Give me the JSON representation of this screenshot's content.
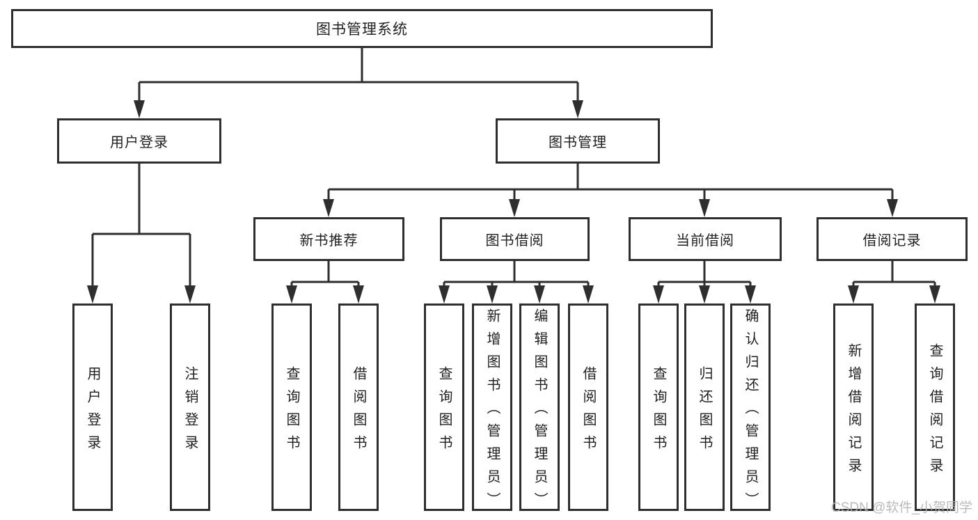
{
  "diagram": {
    "title": "图书管理系统",
    "level2": {
      "user_login": "用户登录",
      "book_mgmt": "图书管理"
    },
    "level3": {
      "new_book_rec": "新书推荐",
      "book_borrow": "图书借阅",
      "current_borrow": "当前借阅",
      "borrow_records": "借阅记录"
    },
    "leaves": {
      "user_login": "用户登录",
      "logout": "注销登录",
      "rec_query": "查询图书",
      "rec_borrow": "借阅图书",
      "borrow_query": "查询图书",
      "borrow_add": "新增图书（管理员）",
      "borrow_edit": "编辑图书（管理员）",
      "borrow_borrow": "借阅图书",
      "current_query": "查询图书",
      "current_return": "归还图书",
      "current_confirm": "确认归还（管理员）",
      "records_add": "新增借阅记录",
      "records_query": "查询借阅记录"
    },
    "watermark": "CSDN @软件_小贺同学",
    "colors": {
      "line": "#2e2e2e",
      "text": "#1f1f1f",
      "background": "#ffffff",
      "watermark": "#b3b3b3"
    }
  }
}
